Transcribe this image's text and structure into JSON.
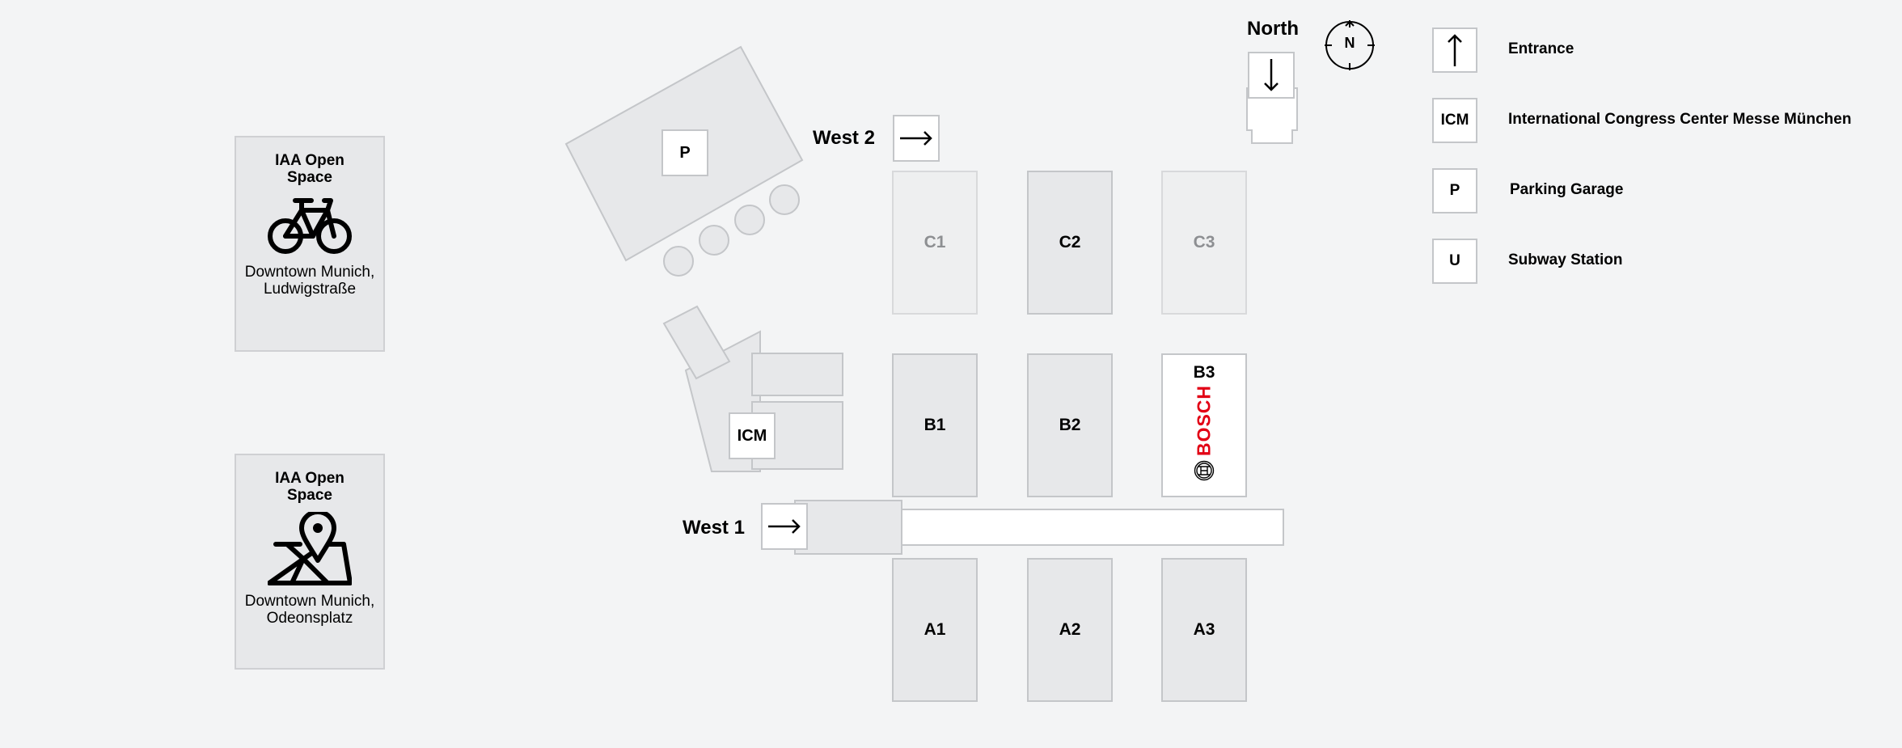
{
  "panels": [
    {
      "title": "IAA Open Space",
      "subtitle": "Downtown Munich, Ludwigstraße",
      "icon": "bicycle-icon"
    },
    {
      "title": "IAA Open Space",
      "subtitle": "Downtown Munich, Odeonsplatz",
      "icon": "map-pin-icon"
    }
  ],
  "map": {
    "parking_label": "P",
    "icm_label": "ICM",
    "west1_label": "West 1",
    "west2_label": "West 2",
    "north_label": "North",
    "compass_letter": "N",
    "halls": {
      "c1": "C1",
      "c2": "C2",
      "c3": "C3",
      "b1": "B1",
      "b2": "B2",
      "b3": "B3",
      "a1": "A1",
      "a2": "A2",
      "a3": "A3"
    },
    "bosch_brand": "BOSCH",
    "bosch_color": "#e20015"
  },
  "legend": [
    {
      "symbol": "↑",
      "label": "Entrance"
    },
    {
      "symbol": "ICM",
      "label": "International Congress Center Messe München"
    },
    {
      "symbol": "P",
      "label": "Parking Garage"
    },
    {
      "symbol": "U",
      "label": "Subway Station"
    }
  ]
}
